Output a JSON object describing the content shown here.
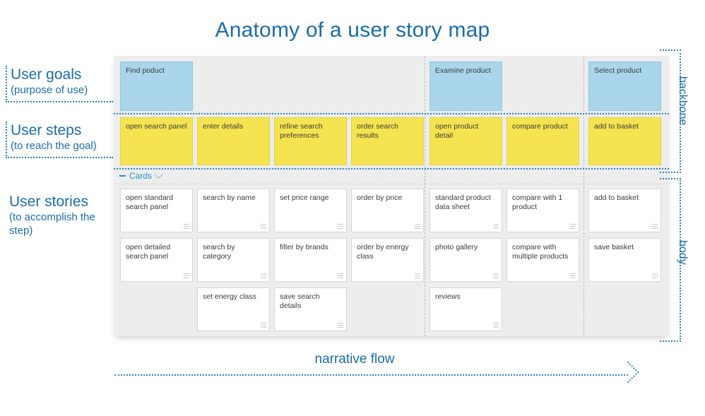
{
  "title": "Anatomy of a user story map",
  "colors": {
    "accent_blue": "#1b6ca8",
    "goal_card": "#a9d6ea",
    "step_card": "#f5e44f",
    "story_card": "#ffffff",
    "board_bg": "#ededed",
    "dotted_border": "#2f7fc1"
  },
  "left_labels": [
    {
      "main": "User goals",
      "sub": "(purpose of use)"
    },
    {
      "main": "User steps",
      "sub": "(to reach the goal)"
    },
    {
      "main": "User stories",
      "sub": "(to accomplish the step)"
    }
  ],
  "right_labels": {
    "backbone": "backbone",
    "body": "body"
  },
  "cards_toolbar": {
    "label": "Cards",
    "collapse_icon": "minus-icon",
    "dropdown_icon": "chevron-down-icon"
  },
  "narrative": {
    "label": "narrative flow",
    "arrow_icon": "arrow-right-icon"
  },
  "board": {
    "goals": [
      {
        "label": "Find poduct",
        "col": 0
      },
      {
        "label": "Examine product",
        "col": 4
      },
      {
        "label": "Select product",
        "col": 6
      }
    ],
    "steps": [
      "open search panel",
      "enter details",
      "refine search preferences",
      "order search results",
      "open product detail",
      "compare product",
      "add to basket"
    ],
    "stories": [
      [
        "open standard search panel",
        "search by name",
        "set price range",
        "order by price",
        "standard product data sheet",
        "compare with 1 product",
        "add to basket"
      ],
      [
        "open detailed search panel",
        "search by category",
        "filter by brands",
        "order by energy class",
        "photo gallery",
        "compare with multiple products",
        "save basket"
      ],
      [
        "",
        "set energy class",
        "save search details",
        "",
        "reviews",
        "",
        ""
      ]
    ]
  }
}
